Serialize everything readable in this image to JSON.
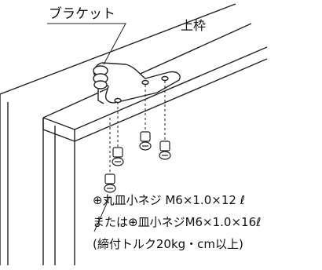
{
  "labels": {
    "bracket": "ブラケット",
    "upper_frame": "上枠"
  },
  "screw_spec": {
    "line1": "⊕丸皿小ネジ M6×1.0×12 ℓ",
    "line2": "または⊕皿小ネジM6×1.0×16ℓ",
    "line3": "(締付トルク20kg・cm以上)"
  }
}
